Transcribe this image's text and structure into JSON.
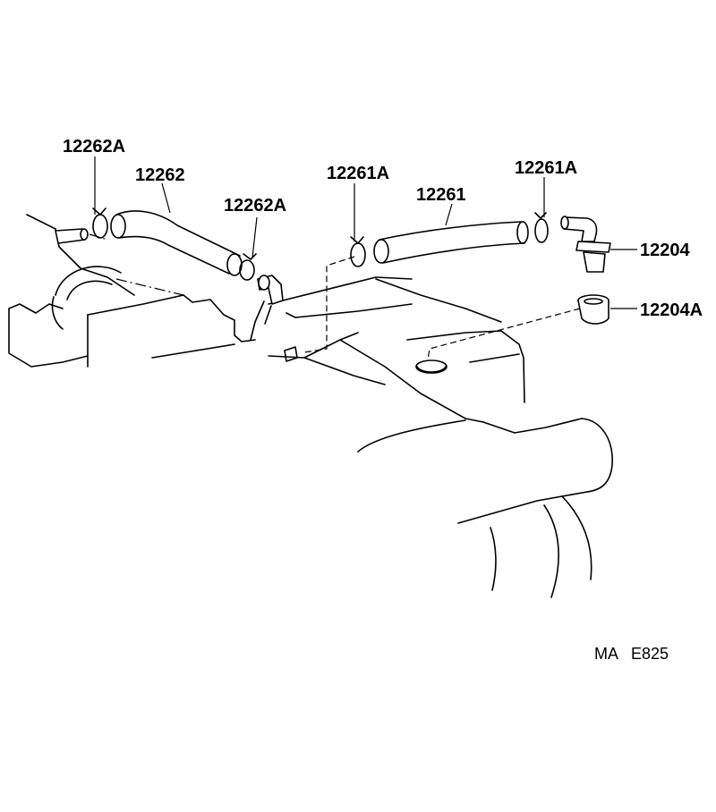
{
  "labels": {
    "clamp_a_left": "12262A",
    "hose_12262": "12262",
    "clamp_a_right": "12262A",
    "clamp_b_left": "12261A",
    "hose_12261": "12261",
    "clamp_b_right": "12261A",
    "valve": "12204",
    "grommet": "12204A"
  },
  "figure_code": "MA   E825"
}
